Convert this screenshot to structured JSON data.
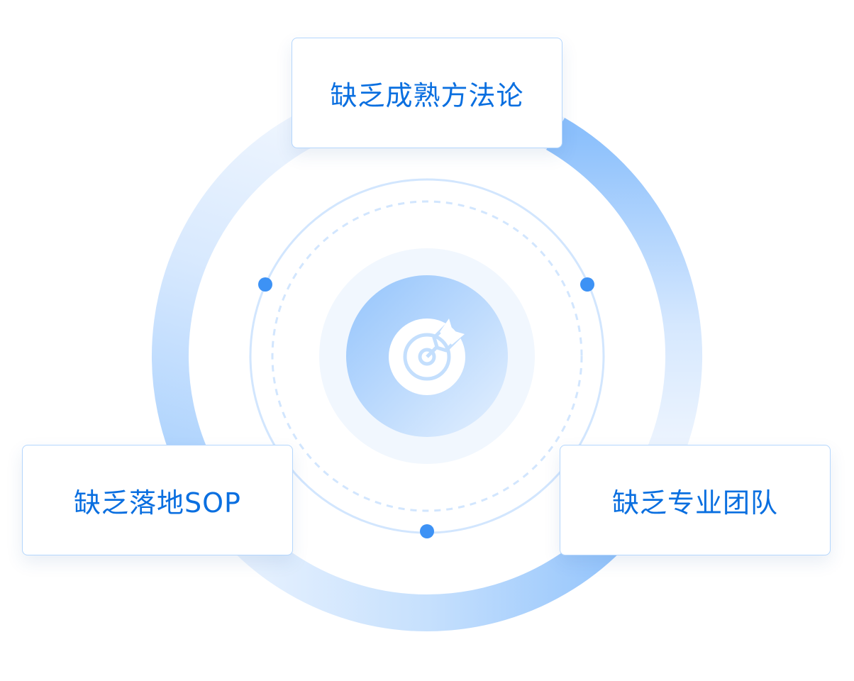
{
  "diagram": {
    "center_icon": "target-with-arrow-icon",
    "cards": [
      {
        "id": "top",
        "label": "缺乏成熟方法论"
      },
      {
        "id": "left",
        "label": "缺乏落地SOP"
      },
      {
        "id": "right",
        "label": "缺乏专业团队"
      }
    ]
  },
  "colors": {
    "text": "#0a6fe0",
    "card_border": "#b4d6fd",
    "ring_strong": "#8cc0fc",
    "ring_faint": "#eef5fe",
    "inner_circle": "#d2e6fe",
    "dot": "#3d92f5",
    "core_disk_strong": "#9ccafd",
    "core_disk_light": "#dbeafe",
    "halo": "#f1f7fe"
  }
}
